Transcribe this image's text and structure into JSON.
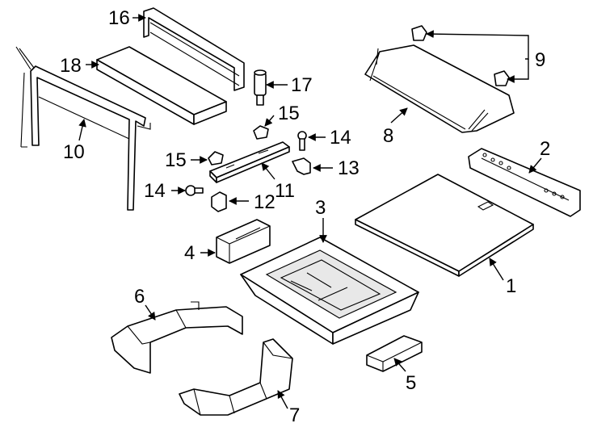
{
  "callouts": [
    {
      "id": "1",
      "label": "1"
    },
    {
      "id": "2",
      "label": "2"
    },
    {
      "id": "3",
      "label": "3"
    },
    {
      "id": "4",
      "label": "4"
    },
    {
      "id": "5",
      "label": "5"
    },
    {
      "id": "6",
      "label": "6"
    },
    {
      "id": "7",
      "label": "7"
    },
    {
      "id": "8",
      "label": "8"
    },
    {
      "id": "9",
      "label": "9"
    },
    {
      "id": "10",
      "label": "10"
    },
    {
      "id": "11",
      "label": "11"
    },
    {
      "id": "12",
      "label": "12"
    },
    {
      "id": "13",
      "label": "13"
    },
    {
      "id": "14a",
      "label": "14"
    },
    {
      "id": "14b",
      "label": "14"
    },
    {
      "id": "15a",
      "label": "15"
    },
    {
      "id": "15b",
      "label": "15"
    },
    {
      "id": "16",
      "label": "16"
    },
    {
      "id": "17",
      "label": "17"
    },
    {
      "id": "18",
      "label": "18"
    }
  ]
}
